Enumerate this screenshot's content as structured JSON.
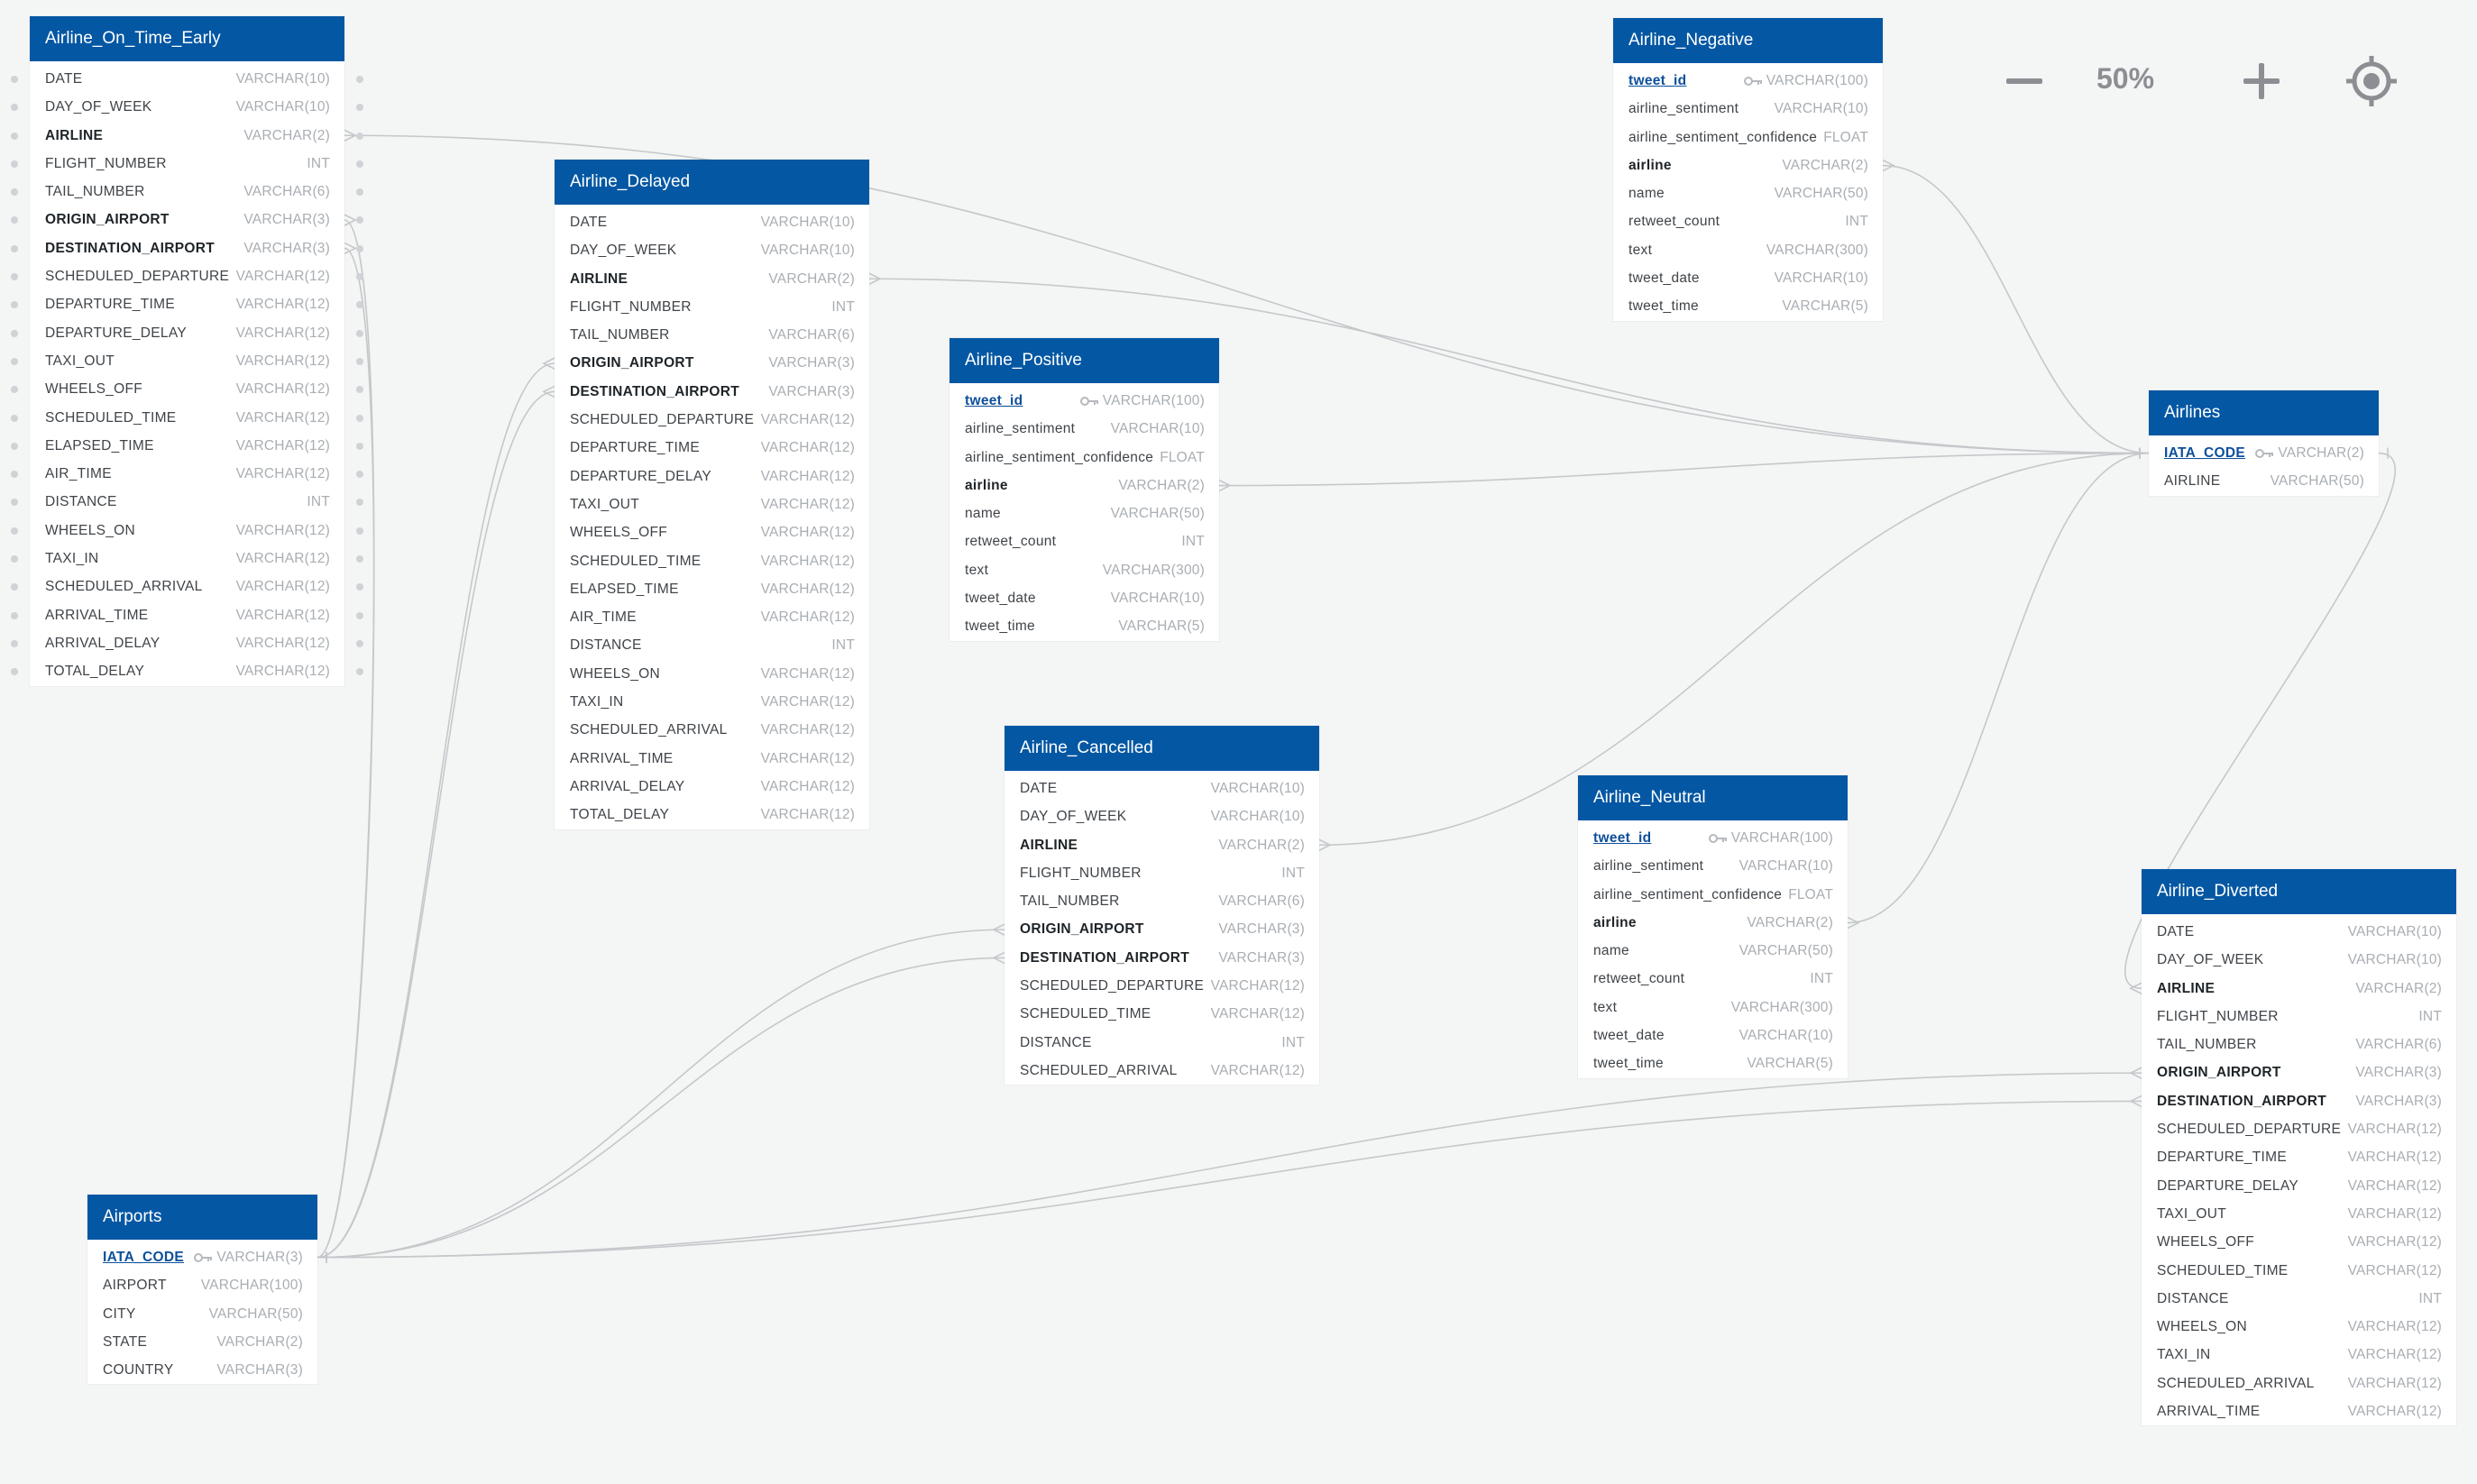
{
  "toolbar": {
    "zoom_level": "50%",
    "zoom_out_icon": "minus-icon",
    "zoom_in_icon": "plus-icon",
    "locate_icon": "crosshair-icon"
  },
  "colors": {
    "header": "#0457a3",
    "background": "#f4f5f5",
    "link": "#c5c8cb",
    "primary_key": "#0d4f9a"
  },
  "tables": [
    {
      "name": "Airline_On_Time_Early",
      "columns": [
        {
          "name": "DATE",
          "type": "VARCHAR(10)"
        },
        {
          "name": "DAY_OF_WEEK",
          "type": "VARCHAR(10)"
        },
        {
          "name": "AIRLINE",
          "type": "VARCHAR(2)",
          "fk": true
        },
        {
          "name": "FLIGHT_NUMBER",
          "type": "INT"
        },
        {
          "name": "TAIL_NUMBER",
          "type": "VARCHAR(6)"
        },
        {
          "name": "ORIGIN_AIRPORT",
          "type": "VARCHAR(3)",
          "fk": true
        },
        {
          "name": "DESTINATION_AIRPORT",
          "type": "VARCHAR(3)",
          "fk": true
        },
        {
          "name": "SCHEDULED_DEPARTURE",
          "type": "VARCHAR(12)"
        },
        {
          "name": "DEPARTURE_TIME",
          "type": "VARCHAR(12)"
        },
        {
          "name": "DEPARTURE_DELAY",
          "type": "VARCHAR(12)"
        },
        {
          "name": "TAXI_OUT",
          "type": "VARCHAR(12)"
        },
        {
          "name": "WHEELS_OFF",
          "type": "VARCHAR(12)"
        },
        {
          "name": "SCHEDULED_TIME",
          "type": "VARCHAR(12)"
        },
        {
          "name": "ELAPSED_TIME",
          "type": "VARCHAR(12)"
        },
        {
          "name": "AIR_TIME",
          "type": "VARCHAR(12)"
        },
        {
          "name": "DISTANCE",
          "type": "INT"
        },
        {
          "name": "WHEELS_ON",
          "type": "VARCHAR(12)"
        },
        {
          "name": "TAXI_IN",
          "type": "VARCHAR(12)"
        },
        {
          "name": "SCHEDULED_ARRIVAL",
          "type": "VARCHAR(12)"
        },
        {
          "name": "ARRIVAL_TIME",
          "type": "VARCHAR(12)"
        },
        {
          "name": "ARRIVAL_DELAY",
          "type": "VARCHAR(12)"
        },
        {
          "name": "TOTAL_DELAY",
          "type": "VARCHAR(12)"
        }
      ]
    },
    {
      "name": "Airline_Delayed",
      "columns": [
        {
          "name": "DATE",
          "type": "VARCHAR(10)"
        },
        {
          "name": "DAY_OF_WEEK",
          "type": "VARCHAR(10)"
        },
        {
          "name": "AIRLINE",
          "type": "VARCHAR(2)",
          "fk": true
        },
        {
          "name": "FLIGHT_NUMBER",
          "type": "INT"
        },
        {
          "name": "TAIL_NUMBER",
          "type": "VARCHAR(6)"
        },
        {
          "name": "ORIGIN_AIRPORT",
          "type": "VARCHAR(3)",
          "fk": true
        },
        {
          "name": "DESTINATION_AIRPORT",
          "type": "VARCHAR(3)",
          "fk": true
        },
        {
          "name": "SCHEDULED_DEPARTURE",
          "type": "VARCHAR(12)"
        },
        {
          "name": "DEPARTURE_TIME",
          "type": "VARCHAR(12)"
        },
        {
          "name": "DEPARTURE_DELAY",
          "type": "VARCHAR(12)"
        },
        {
          "name": "TAXI_OUT",
          "type": "VARCHAR(12)"
        },
        {
          "name": "WHEELS_OFF",
          "type": "VARCHAR(12)"
        },
        {
          "name": "SCHEDULED_TIME",
          "type": "VARCHAR(12)"
        },
        {
          "name": "ELAPSED_TIME",
          "type": "VARCHAR(12)"
        },
        {
          "name": "AIR_TIME",
          "type": "VARCHAR(12)"
        },
        {
          "name": "DISTANCE",
          "type": "INT"
        },
        {
          "name": "WHEELS_ON",
          "type": "VARCHAR(12)"
        },
        {
          "name": "TAXI_IN",
          "type": "VARCHAR(12)"
        },
        {
          "name": "SCHEDULED_ARRIVAL",
          "type": "VARCHAR(12)"
        },
        {
          "name": "ARRIVAL_TIME",
          "type": "VARCHAR(12)"
        },
        {
          "name": "ARRIVAL_DELAY",
          "type": "VARCHAR(12)"
        },
        {
          "name": "TOTAL_DELAY",
          "type": "VARCHAR(12)"
        }
      ]
    },
    {
      "name": "Airline_Positive",
      "columns": [
        {
          "name": "tweet_id",
          "type": "VARCHAR(100)",
          "pk": true
        },
        {
          "name": "airline_sentiment",
          "type": "VARCHAR(10)"
        },
        {
          "name": "airline_sentiment_confidence",
          "type": "FLOAT"
        },
        {
          "name": "airline",
          "type": "VARCHAR(2)",
          "fk": true
        },
        {
          "name": "name",
          "type": "VARCHAR(50)"
        },
        {
          "name": "retweet_count",
          "type": "INT"
        },
        {
          "name": "text",
          "type": "VARCHAR(300)"
        },
        {
          "name": "tweet_date",
          "type": "VARCHAR(10)"
        },
        {
          "name": "tweet_time",
          "type": "VARCHAR(5)"
        }
      ]
    },
    {
      "name": "Airline_Negative",
      "columns": [
        {
          "name": "tweet_id",
          "type": "VARCHAR(100)",
          "pk": true
        },
        {
          "name": "airline_sentiment",
          "type": "VARCHAR(10)"
        },
        {
          "name": "airline_sentiment_confidence",
          "type": "FLOAT"
        },
        {
          "name": "airline",
          "type": "VARCHAR(2)",
          "fk": true
        },
        {
          "name": "name",
          "type": "VARCHAR(50)"
        },
        {
          "name": "retweet_count",
          "type": "INT"
        },
        {
          "name": "text",
          "type": "VARCHAR(300)"
        },
        {
          "name": "tweet_date",
          "type": "VARCHAR(10)"
        },
        {
          "name": "tweet_time",
          "type": "VARCHAR(5)"
        }
      ]
    },
    {
      "name": "Airlines",
      "columns": [
        {
          "name": "IATA_CODE",
          "type": "VARCHAR(2)",
          "pk": true
        },
        {
          "name": "AIRLINE",
          "type": "VARCHAR(50)"
        }
      ]
    },
    {
      "name": "Airline_Cancelled",
      "columns": [
        {
          "name": "DATE",
          "type": "VARCHAR(10)"
        },
        {
          "name": "DAY_OF_WEEK",
          "type": "VARCHAR(10)"
        },
        {
          "name": "AIRLINE",
          "type": "VARCHAR(2)",
          "fk": true
        },
        {
          "name": "FLIGHT_NUMBER",
          "type": "INT"
        },
        {
          "name": "TAIL_NUMBER",
          "type": "VARCHAR(6)"
        },
        {
          "name": "ORIGIN_AIRPORT",
          "type": "VARCHAR(3)",
          "fk": true
        },
        {
          "name": "DESTINATION_AIRPORT",
          "type": "VARCHAR(3)",
          "fk": true
        },
        {
          "name": "SCHEDULED_DEPARTURE",
          "type": "VARCHAR(12)"
        },
        {
          "name": "SCHEDULED_TIME",
          "type": "VARCHAR(12)"
        },
        {
          "name": "DISTANCE",
          "type": "INT"
        },
        {
          "name": "SCHEDULED_ARRIVAL",
          "type": "VARCHAR(12)"
        }
      ]
    },
    {
      "name": "Airline_Neutral",
      "columns": [
        {
          "name": "tweet_id",
          "type": "VARCHAR(100)",
          "pk": true
        },
        {
          "name": "airline_sentiment",
          "type": "VARCHAR(10)"
        },
        {
          "name": "airline_sentiment_confidence",
          "type": "FLOAT"
        },
        {
          "name": "airline",
          "type": "VARCHAR(2)",
          "fk": true
        },
        {
          "name": "name",
          "type": "VARCHAR(50)"
        },
        {
          "name": "retweet_count",
          "type": "INT"
        },
        {
          "name": "text",
          "type": "VARCHAR(300)"
        },
        {
          "name": "tweet_date",
          "type": "VARCHAR(10)"
        },
        {
          "name": "tweet_time",
          "type": "VARCHAR(5)"
        }
      ]
    },
    {
      "name": "Airline_Diverted",
      "columns": [
        {
          "name": "DATE",
          "type": "VARCHAR(10)"
        },
        {
          "name": "DAY_OF_WEEK",
          "type": "VARCHAR(10)"
        },
        {
          "name": "AIRLINE",
          "type": "VARCHAR(2)",
          "fk": true
        },
        {
          "name": "FLIGHT_NUMBER",
          "type": "INT"
        },
        {
          "name": "TAIL_NUMBER",
          "type": "VARCHAR(6)"
        },
        {
          "name": "ORIGIN_AIRPORT",
          "type": "VARCHAR(3)",
          "fk": true
        },
        {
          "name": "DESTINATION_AIRPORT",
          "type": "VARCHAR(3)",
          "fk": true
        },
        {
          "name": "SCHEDULED_DEPARTURE",
          "type": "VARCHAR(12)"
        },
        {
          "name": "DEPARTURE_TIME",
          "type": "VARCHAR(12)"
        },
        {
          "name": "DEPARTURE_DELAY",
          "type": "VARCHAR(12)"
        },
        {
          "name": "TAXI_OUT",
          "type": "VARCHAR(12)"
        },
        {
          "name": "WHEELS_OFF",
          "type": "VARCHAR(12)"
        },
        {
          "name": "SCHEDULED_TIME",
          "type": "VARCHAR(12)"
        },
        {
          "name": "DISTANCE",
          "type": "INT"
        },
        {
          "name": "WHEELS_ON",
          "type": "VARCHAR(12)"
        },
        {
          "name": "TAXI_IN",
          "type": "VARCHAR(12)"
        },
        {
          "name": "SCHEDULED_ARRIVAL",
          "type": "VARCHAR(12)"
        },
        {
          "name": "ARRIVAL_TIME",
          "type": "VARCHAR(12)"
        }
      ]
    },
    {
      "name": "Airports",
      "columns": [
        {
          "name": "IATA_CODE",
          "type": "VARCHAR(3)",
          "pk": true
        },
        {
          "name": "AIRPORT",
          "type": "VARCHAR(100)"
        },
        {
          "name": "CITY",
          "type": "VARCHAR(50)"
        },
        {
          "name": "STATE",
          "type": "VARCHAR(2)"
        },
        {
          "name": "COUNTRY",
          "type": "VARCHAR(3)"
        }
      ]
    }
  ],
  "relationships": [
    {
      "from": "Airline_On_Time_Early.AIRLINE",
      "to": "Airlines.IATA_CODE"
    },
    {
      "from": "Airline_On_Time_Early.ORIGIN_AIRPORT",
      "to": "Airports.IATA_CODE"
    },
    {
      "from": "Airline_On_Time_Early.DESTINATION_AIRPORT",
      "to": "Airports.IATA_CODE"
    },
    {
      "from": "Airline_Delayed.AIRLINE",
      "to": "Airlines.IATA_CODE"
    },
    {
      "from": "Airline_Delayed.ORIGIN_AIRPORT",
      "to": "Airports.IATA_CODE"
    },
    {
      "from": "Airline_Delayed.DESTINATION_AIRPORT",
      "to": "Airports.IATA_CODE"
    },
    {
      "from": "Airline_Positive.airline",
      "to": "Airlines.IATA_CODE"
    },
    {
      "from": "Airline_Negative.airline",
      "to": "Airlines.IATA_CODE"
    },
    {
      "from": "Airline_Cancelled.AIRLINE",
      "to": "Airlines.IATA_CODE"
    },
    {
      "from": "Airline_Cancelled.ORIGIN_AIRPORT",
      "to": "Airports.IATA_CODE"
    },
    {
      "from": "Airline_Cancelled.DESTINATION_AIRPORT",
      "to": "Airports.IATA_CODE"
    },
    {
      "from": "Airline_Neutral.airline",
      "to": "Airlines.IATA_CODE"
    },
    {
      "from": "Airline_Diverted.AIRLINE",
      "to": "Airlines.IATA_CODE"
    },
    {
      "from": "Airline_Diverted.ORIGIN_AIRPORT",
      "to": "Airports.IATA_CODE"
    },
    {
      "from": "Airline_Diverted.DESTINATION_AIRPORT",
      "to": "Airports.IATA_CODE"
    }
  ]
}
